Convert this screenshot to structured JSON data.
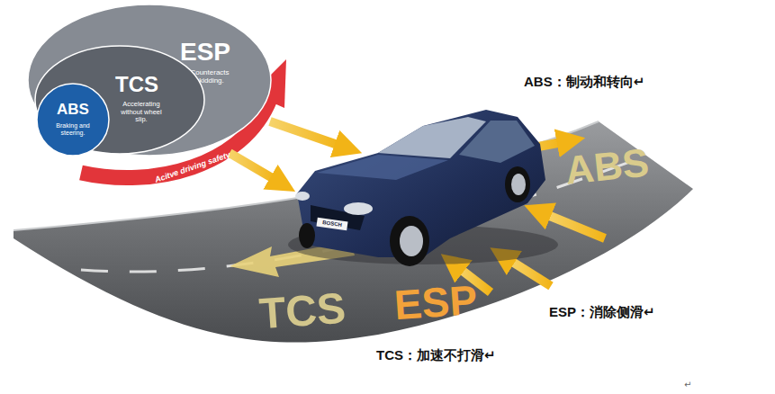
{
  "diagram": {
    "nodes": [
      {
        "text": [
          "ESP",
          "Counteracts skidding."
        ]
      },
      {
        "text": [
          "TCS",
          "Accelerating without wheel slip."
        ],
        "in": 0
      },
      {
        "text": [
          "ABS",
          "Braking and steering."
        ],
        "in": 1
      }
    ],
    "labels": [
      "Acitve driving safety",
      "ABS：制动和转向↵",
      "ABS",
      "TCS",
      "ESP",
      "ESP：消除侧滑↵",
      "TCS：加速不打滑↵",
      "↵",
      "BOSCH"
    ]
  }
}
